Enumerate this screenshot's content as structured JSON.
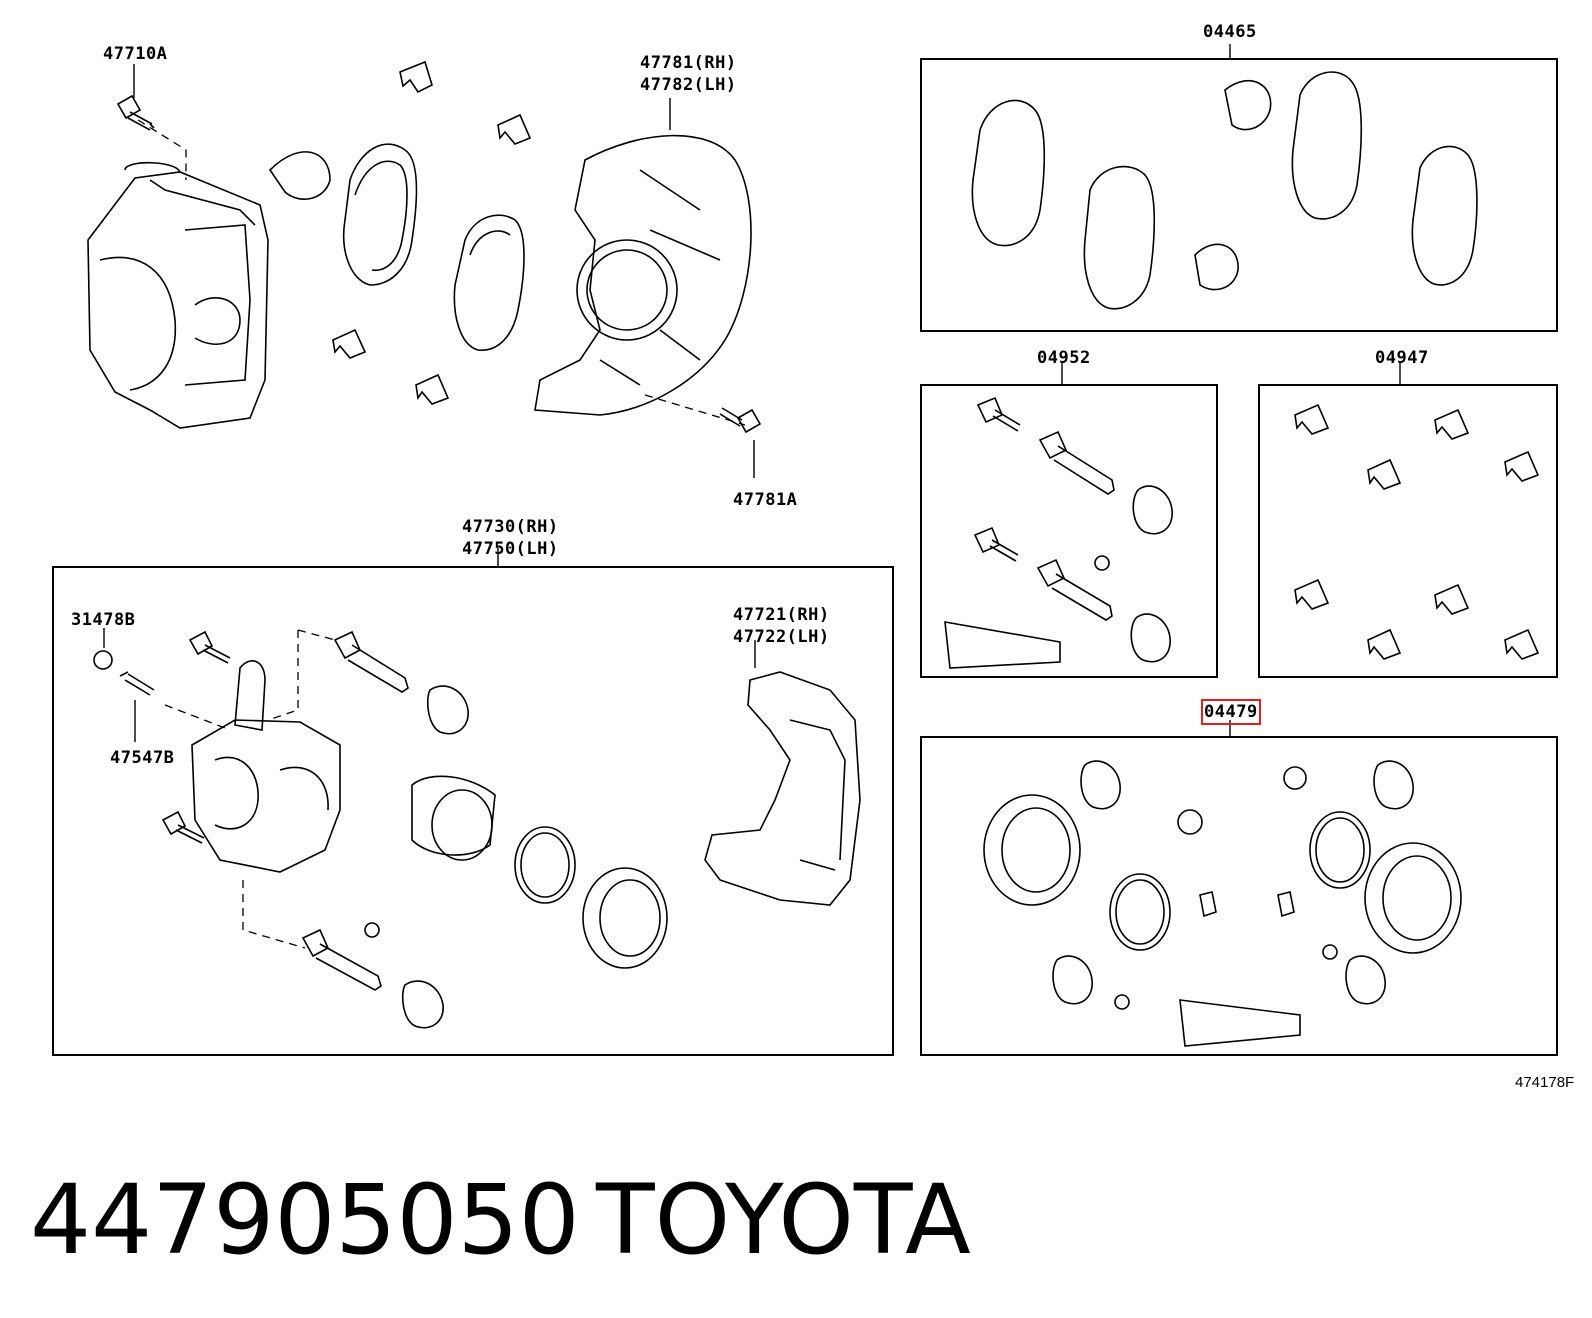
{
  "labels": {
    "l47710A": "47710A",
    "l47781": "47781(RH)",
    "l47782": "47782(LH)",
    "l47781A": "47781A",
    "l47730": "47730(RH)",
    "l47750": "47750(LH)",
    "l31478B": "31478B",
    "l47547B": "47547B",
    "l47721": "47721(RH)",
    "l47722": "47722(LH)",
    "l04465": "04465",
    "l04952": "04952",
    "l04947": "04947",
    "l04479": "04479"
  },
  "figure_code": "474178F",
  "part_number": "447905050",
  "brand": "TOYOTA",
  "colors": {
    "highlight": "#e02020",
    "line": "#000000"
  }
}
